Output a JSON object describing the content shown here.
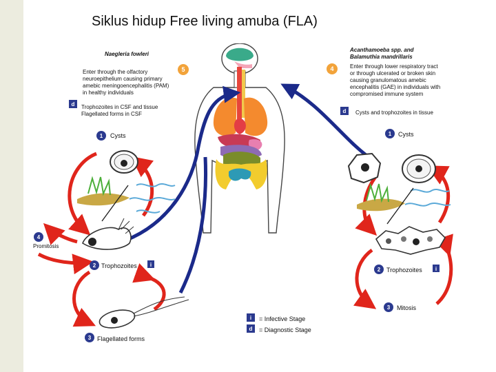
{
  "slide": {
    "title": "Siklus hidup Free living amuba (FLA)"
  },
  "left_panel": {
    "organism": "Naegleria fowleri",
    "step5_text": [
      "Enter through the olfactory",
      "neuroepithelium causing primary",
      "amebic meningoencephalitis (PAM)",
      "in healthy individuals"
    ],
    "diag_text": [
      "Trophozoites in CSF and tissue",
      "Flagellated forms in CSF"
    ],
    "step1_label": "Cysts",
    "step2_label": "Trophozoites",
    "step3_label": "Flagellated forms",
    "step4_label": "Promitosis"
  },
  "right_panel": {
    "organism_line1": "Acanthamoeba spp. and",
    "organism_line2": "Balamuthia mandrillaris",
    "step4_text": [
      "Enter through lower respiratory tract",
      "or through ulcerated or broken skin",
      "causing granulomatous amebic",
      "encephalitis (GAE) in individuals with",
      "compromised immune system"
    ],
    "diag_text": "Cysts and trophozoites in tissue",
    "step1_label": "Cysts",
    "step2_label": "Trophozoites",
    "step3_label": "Mitosis"
  },
  "legend": {
    "infective": "= Infective Stage",
    "diagnostic": "= Diagnostic Stage"
  },
  "badges": {
    "n1": "1",
    "n2": "2",
    "n3": "3",
    "n4": "4",
    "n5": "5",
    "i": "i",
    "d": "d"
  },
  "colors": {
    "red_arrow": "#e0251b",
    "blue_arrow": "#1b2a8a",
    "badge_dark": "#2b3a8f",
    "badge_orange": "#f2a33a"
  }
}
